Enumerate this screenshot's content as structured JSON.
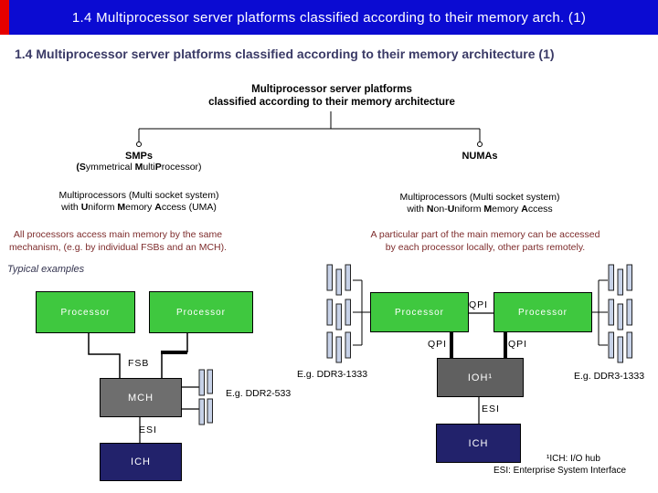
{
  "titlebar": {
    "title": "1.4 Multiprocessor server platforms classified according to their memory arch. (1)"
  },
  "heading": "1.4 Multiprocessor server platforms classified according to their memory architecture (1)",
  "tree": {
    "root_line1": "Multiprocessor server platforms",
    "root_line2": "classified according to their memory architecture"
  },
  "smp": {
    "label": "SMPs",
    "expansion_segments": [
      {
        "t": "(S",
        "b": true
      },
      {
        "t": "ymmetrical ",
        "b": false
      },
      {
        "t": "M",
        "b": true
      },
      {
        "t": "ulti",
        "b": false
      },
      {
        "t": "P",
        "b": true
      },
      {
        "t": "rocessor)",
        "b": false
      }
    ],
    "desc_line1": "Multiprocessors (Multi socket system)",
    "desc_line2_segments": [
      {
        "t": "with ",
        "b": false
      },
      {
        "t": "U",
        "b": true
      },
      {
        "t": "niform ",
        "b": false
      },
      {
        "t": "M",
        "b": true
      },
      {
        "t": "emory ",
        "b": false
      },
      {
        "t": "A",
        "b": true
      },
      {
        "t": "ccess (UMA)",
        "b": false
      }
    ],
    "note_line1": "All processors access main memory by the same",
    "note_line2": "mechanism, (e.g. by individual FSBs and an MCH)."
  },
  "numa": {
    "label": "NUMAs",
    "desc_line1": "Multiprocessors (Multi socket system)",
    "desc_line2_segments": [
      {
        "t": "with ",
        "b": false
      },
      {
        "t": "N",
        "b": true
      },
      {
        "t": "on-",
        "b": false
      },
      {
        "t": "U",
        "b": true
      },
      {
        "t": "niform ",
        "b": false
      },
      {
        "t": "M",
        "b": true
      },
      {
        "t": "emory ",
        "b": false
      },
      {
        "t": "A",
        "b": true
      },
      {
        "t": "ccess",
        "b": false
      }
    ],
    "note_line1": "A particular part of the main memory can be accessed",
    "note_line2": "by each processor locally, other parts remotely."
  },
  "examples_label": "Typical examples",
  "smp_diagram": {
    "processor": "Processor",
    "fsb": "FSB",
    "mch": "MCH",
    "esi": "ESI",
    "ich": "ICH",
    "mem_label": "E.g. DDR2-533"
  },
  "numa_diagram": {
    "processor": "Processor",
    "qpi_mid": "QPI",
    "qpi_left": "QPI",
    "qpi_right": "QPI",
    "ioh": "IOH¹",
    "esi": "ESI",
    "ich": "ICH",
    "mem_label_left": "E.g. DDR3-1333",
    "mem_label_right": "E.g. DDR3-1333"
  },
  "footnotes": {
    "line1": "¹ICH: I/O hub",
    "line2": "ESI: Enterprise System Interface"
  },
  "colors": {
    "titlebar_blue": "#0b0bd2",
    "titlebar_red_strip": "#e60000",
    "heading_navy": "#3a3a66",
    "note_dark_red": "#7d2b2b",
    "processor_green": "#3fc83f",
    "mch_gray": "#6e6e6e",
    "ioh_gray": "#606060",
    "ich_navy": "#22226b",
    "dimm_fill": "#c7d2e8"
  }
}
